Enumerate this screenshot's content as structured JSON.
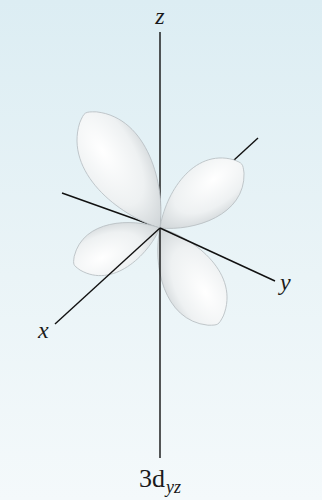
{
  "diagram": {
    "caption": "3d",
    "labels": [
      "z",
      "y",
      "x",
      "yz"
    ]
  }
}
